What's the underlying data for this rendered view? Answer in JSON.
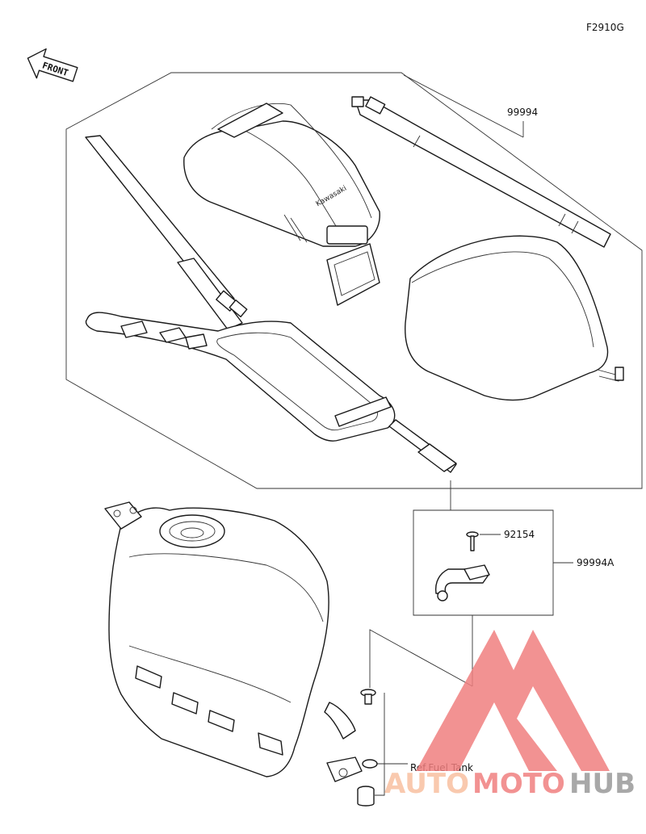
{
  "figure_code": "F2910G",
  "front_label": "FRONT",
  "brand_on_bag": "Kawasaki",
  "callouts": {
    "kit": "99994",
    "screw": "92154",
    "bracket_kit": "99994A",
    "ref_tank": "Ref.Fuel Tank"
  },
  "watermark": {
    "part1": "AUTO",
    "part2": "MOTO",
    "part3": "HUB",
    "color_primary": "#f07f7f",
    "color_light": "#f8c0a0",
    "color_dark": "#9a9a9a"
  }
}
